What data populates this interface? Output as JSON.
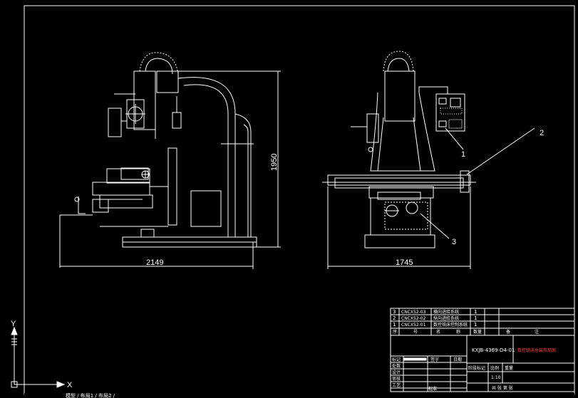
{
  "dimensions": {
    "side_width": "2149",
    "side_height": "1950",
    "front_width": "1745"
  },
  "callouts": [
    "1",
    "2",
    "3"
  ],
  "bom": {
    "rows": [
      {
        "no": "3",
        "code": "CNCX52-03",
        "name": "横向进给系统",
        "qty": "1"
      },
      {
        "no": "2",
        "code": "CNCX52-02",
        "name": "纵向进给系统",
        "qty": "1"
      },
      {
        "no": "1",
        "code": "CNCX52-01",
        "name": "数控铣床控制系统",
        "qty": "1"
      }
    ],
    "header": [
      "序",
      "号",
      "名",
      "称",
      "数量",
      "备",
      "注"
    ]
  },
  "title_block": {
    "drawing_no": "KXJB-4369-D4-01",
    "title": "数控铣床总装布局图",
    "stage_label": "阶段标记",
    "scale_label": "比例",
    "weight_label": "重量",
    "scale_value": "1:10",
    "rows": [
      "标记",
      "处数",
      "设计",
      "审核",
      "工艺",
      "批准"
    ],
    "date_label": "日期",
    "sign_label": "签字",
    "sheet_text": "共 张  第 张"
  },
  "ucs": {
    "x": "X",
    "y": "Y"
  },
  "bottom_tabs": "模型 / 布局1 / 布局2 /",
  "colors": {
    "background": "#000000",
    "lines": "#ffffff",
    "accent": "#ff3b3b"
  }
}
